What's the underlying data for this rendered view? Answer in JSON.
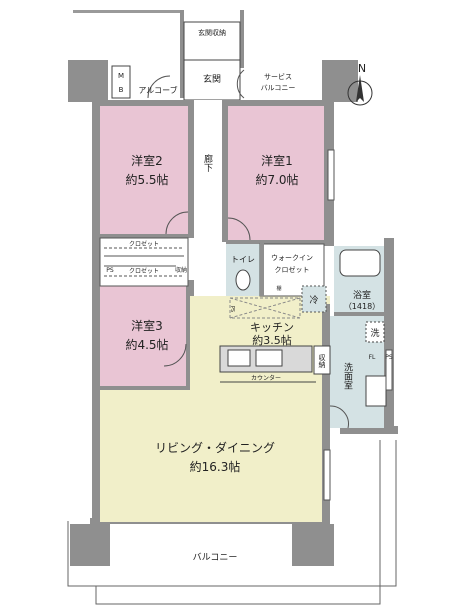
{
  "rooms": {
    "western2": {
      "name": "洋室2",
      "size": "約5.5帖"
    },
    "western1": {
      "name": "洋室1",
      "size": "約7.0帖"
    },
    "western3": {
      "name": "洋室3",
      "size": "約4.5帖"
    },
    "kitchen": {
      "name": "キッチン",
      "size": "約3.5帖"
    },
    "living": {
      "name": "リビング・ダイニング",
      "size": "約16.3帖"
    },
    "bath": {
      "name": "浴室",
      "size": "（1418）"
    },
    "washroom": "洗面室",
    "toilet": "トイレ",
    "walkin": {
      "line1": "ウォークイン",
      "line2": "クロゼット"
    },
    "corridor": "廊下",
    "entrance": "玄関",
    "entrance_storage": "玄関収納",
    "alcove": "アルコーブ",
    "service_balcony": {
      "line1": "サービス",
      "line2": "バルコニー"
    },
    "balcony": "バルコニー"
  },
  "small_labels": {
    "mb": {
      "line1": "M",
      "line2": "B"
    },
    "closet_upper": "クロゼット",
    "closet_lower": "クロゼット",
    "ps_left": "PS",
    "storage_left": "収納",
    "storage_kitchen": "収納",
    "counter": "カウンター",
    "fridge": "冷",
    "washer": "洗",
    "ps_right": "PS",
    "fl": "FL",
    "ps_vertical": "PS",
    "shelf": "棚"
  },
  "compass": {
    "label": "N"
  },
  "colors": {
    "bedroom": "#e9c5d4",
    "ldk": "#f1efc9",
    "wet": "#d4e2e4",
    "wall": "#8f8f8f"
  }
}
